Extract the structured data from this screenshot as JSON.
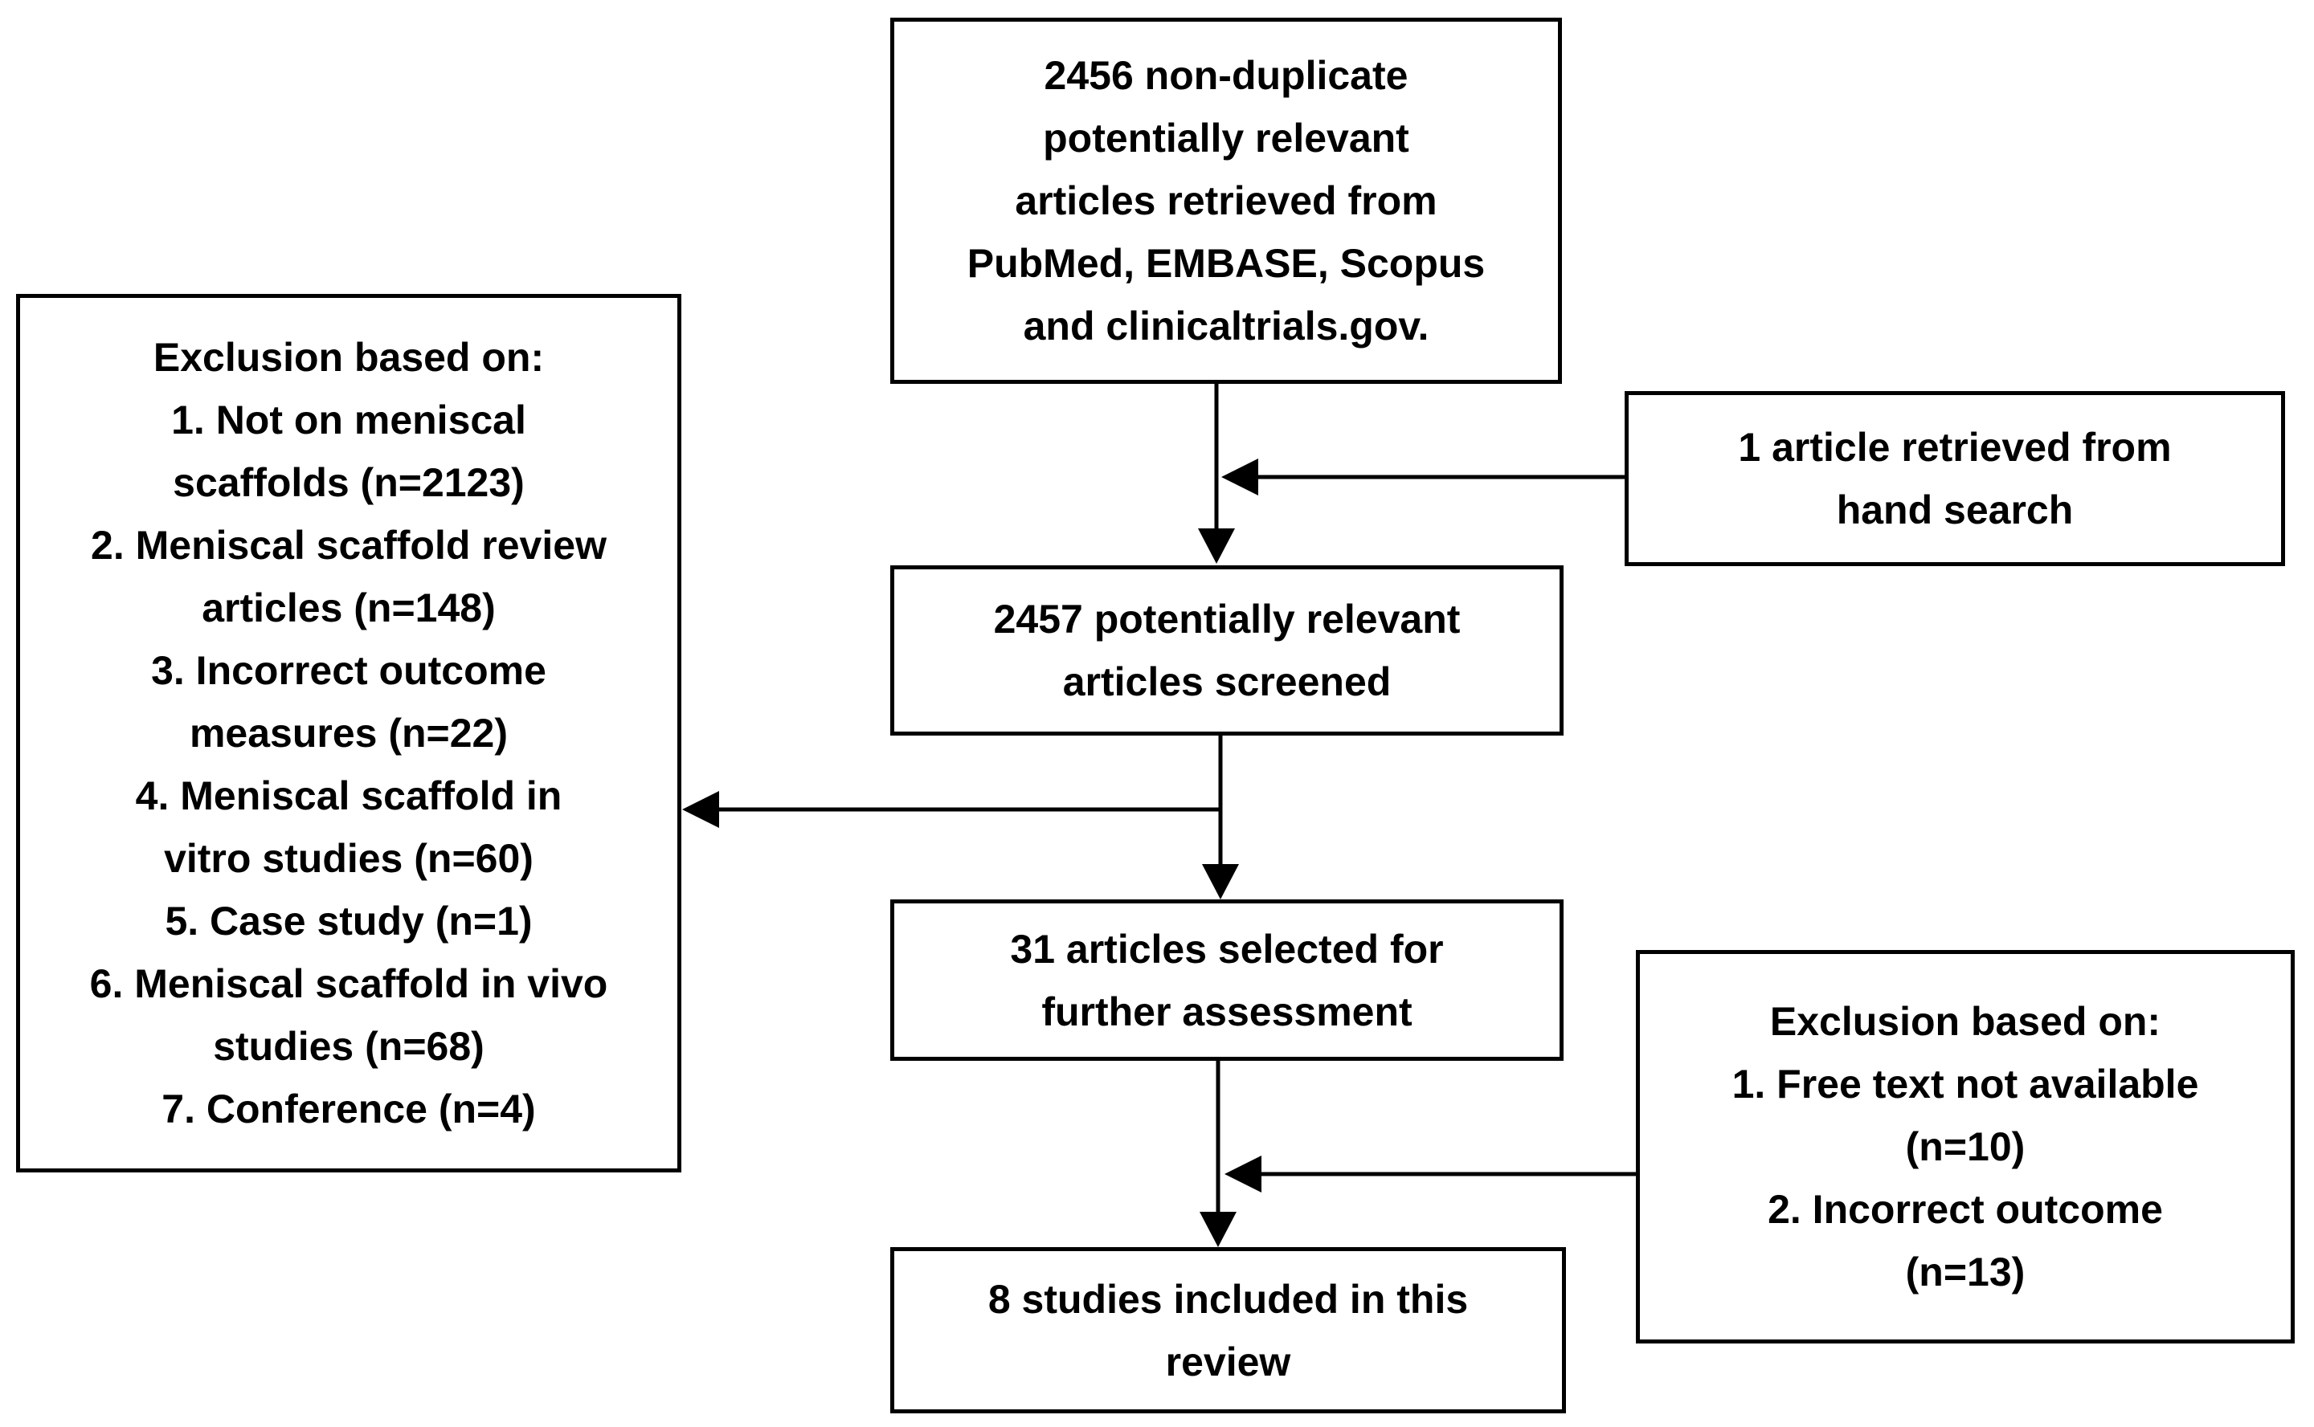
{
  "page": {
    "background_color": "#ffffff",
    "line_color": "#000000",
    "box_background_color": "#ffffff"
  },
  "flowchart": {
    "type": "prisma-style-review-flow-diagram",
    "nodes": {
      "retrieved": {
        "text": "2456 non-duplicate\npotentially relevant\narticles retrieved from\nPubMed, EMBASE, Scopus\nand clinicaltrials.gov.",
        "count": 2456
      },
      "hand_search": {
        "text": "1 article retrieved from\nhand search",
        "count": 1
      },
      "screening_exclusions": {
        "text": "Exclusion based on:\n1. Not on meniscal\nscaffolds (n=2123)\n2. Meniscal scaffold review\narticles (n=148)\n3. Incorrect outcome\nmeasures (n=22)\n4. Meniscal scaffold in\nvitro studies (n=60)\n5. Case study (n=1)\n6. Meniscal scaffold in vivo\nstudies (n=68)\n7. Conference (n=4)",
        "items": [
          {
            "label": "Not on meniscal scaffolds",
            "n": 2123
          },
          {
            "label": "Meniscal scaffold review articles",
            "n": 148
          },
          {
            "label": "Incorrect outcome measures",
            "n": 22
          },
          {
            "label": "Meniscal scaffold in vitro studies",
            "n": 60
          },
          {
            "label": "Case study",
            "n": 1
          },
          {
            "label": "Meniscal scaffold in vivo studies",
            "n": 68
          },
          {
            "label": "Conference",
            "n": 4
          }
        ]
      },
      "screened": {
        "text": "2457 potentially relevant\narticles screened",
        "count": 2457
      },
      "selected": {
        "text": "31 articles selected for\nfurther assessment",
        "count": 31
      },
      "assessment_exclusions": {
        "text": "Exclusion based on:\n1. Free text not available\n(n=10)\n2. Incorrect outcome\n(n=13)",
        "items": [
          {
            "label": "Free text not available",
            "n": 10
          },
          {
            "label": "Incorrect outcome",
            "n": 13
          }
        ]
      },
      "included": {
        "text": "8 studies included in this\nreview",
        "count": 8
      }
    }
  }
}
